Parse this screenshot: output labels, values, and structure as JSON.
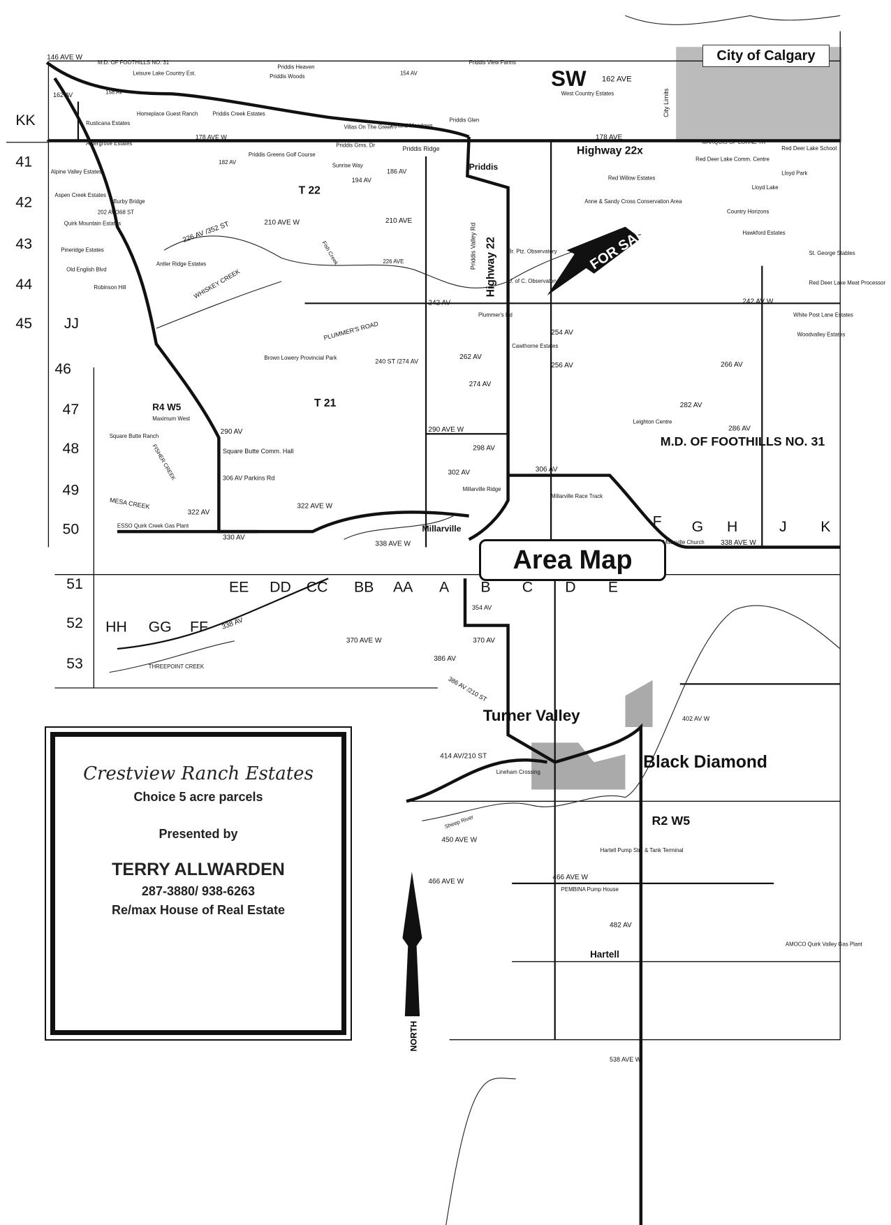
{
  "title": "Area Map",
  "city_label": "City of Calgary",
  "for_sale": "FOR SALE",
  "north": "NORTH",
  "promo": {
    "name_script": "Crestview Ranch Estates",
    "tagline": "Choice 5 acre parcels",
    "presented": "Presented by",
    "agent": "TERRY ALLWARDEN",
    "phones": "287-3880/ 938-6263",
    "brokerage": "Re/max House of Real Estate"
  },
  "grid_rows": [
    "KK",
    "41",
    "42",
    "43",
    "44",
    "45",
    "JJ",
    "46",
    "47",
    "48",
    "49",
    "50",
    "51",
    "52",
    "53"
  ],
  "grid_cols": [
    "HH",
    "GG",
    "FF",
    "EE",
    "DD",
    "CC",
    "BB",
    "AA",
    "A",
    "B",
    "C",
    "D",
    "E",
    "F",
    "G",
    "H",
    "J",
    "K"
  ],
  "labels": [
    "146 AVE W",
    "M.D. OF FOOTHILLS NO. 31",
    "162 AV",
    "158 AV",
    "Leisure Lake Country Est.",
    "Homeplace Guest Ranch",
    "Rusticana Estates",
    "Aldergrove Estates",
    "Alpine Valley Estates",
    "Aspen Creek Estates",
    "Burby Bridge",
    "202 AV/368 ST",
    "Quirk Mountain Estates",
    "Pineridge Estates",
    "Old English Blvd",
    "Robinson Hill",
    "Priddis Woods",
    "Priddis Heaven",
    "Priddis Creek Estates",
    "178 AVE W",
    "182 AV",
    "Priddis Greens Golf Course",
    "Priddis Grns. Dr",
    "Sunrise Way",
    "Villas On The Green",
    "Hyland Meadows",
    "Priddis Ridge",
    "Priddis",
    "Priddis Glen",
    "Priddis View Farms",
    "154 AV",
    "SW",
    "West Country Estates",
    "162 AVE",
    "178 AVE",
    "Highway 22x",
    "MARQUIS OF LORNE TR",
    "City Limits",
    "Red Deer Lake Comm. Centre",
    "Red Deer Lake School",
    "Lloyd Park",
    "Lloyd Lake",
    "Country Horizons",
    "Hawkford Estates",
    "Red Willow Estates",
    "Anne & Sandy Cross Conservation Area",
    "T 22",
    "194 AV",
    "186 AV",
    "210 AVE W",
    "210 AVE",
    "226 AV /352 ST",
    "Antler Ridge Estates",
    "WHISKEY CREEK",
    "Fish Creek",
    "226 AVE",
    "Br. Ptz. Observatory",
    "U. of C. Observatory",
    "Highway 22",
    "Priddis Valley Rd",
    "242 AV",
    "242 AV W",
    "St. George Stables",
    "Red Deer Lake Meat Processor",
    "White Post Lane Estates",
    "Woodvalley Estates",
    "PLUMMER'S ROAD",
    "Plummer's Rd",
    "Cawthorne Estates",
    "254 AV",
    "256 AV",
    "262 AV",
    "266 AV",
    "274 AV",
    "240 ST /274 AV",
    "Brown Lowery Provincial Park",
    "T 21",
    "R4 W5",
    "Maximum West",
    "FISHER CREEK",
    "290 AVE W",
    "290 AV",
    "298 AV",
    "302 AV",
    "306 AV",
    "282 AV",
    "286 AV",
    "Leighton Centre",
    "M.D. OF FOOTHILLS NO. 31",
    "Square Butte Ranch",
    "Square Butte Comm. Hall",
    "306 AV Parkins Rd",
    "MESA CREEK",
    "ESSO Quirk Creek Gas Plant",
    "322 AV",
    "322 AVE W",
    "330 AV",
    "338 AVE W",
    "Millarville",
    "Millarville Ridge",
    "Millarville Race Track",
    "Millarville Church",
    "338 AVE W",
    "354 AV",
    "370 AV",
    "370 AVE W",
    "338 AV",
    "THREEPOINT CREEK",
    "386 AV",
    "386 AV /210 ST",
    "Turner Valley",
    "402 AV W",
    "414 AV/210 ST",
    "Lineham Crossing",
    "Black Diamond",
    "Sheep River",
    "R2 W5",
    "450 AVE W",
    "466 AVE W",
    "466 AVE W",
    "Hartell Pump Stn. & Tank Terminal",
    "PEMBINA Pump House",
    "482 AV",
    "Hartell",
    "AMOCO Quirk Valley Gas Plant",
    "538 AVE W"
  ]
}
